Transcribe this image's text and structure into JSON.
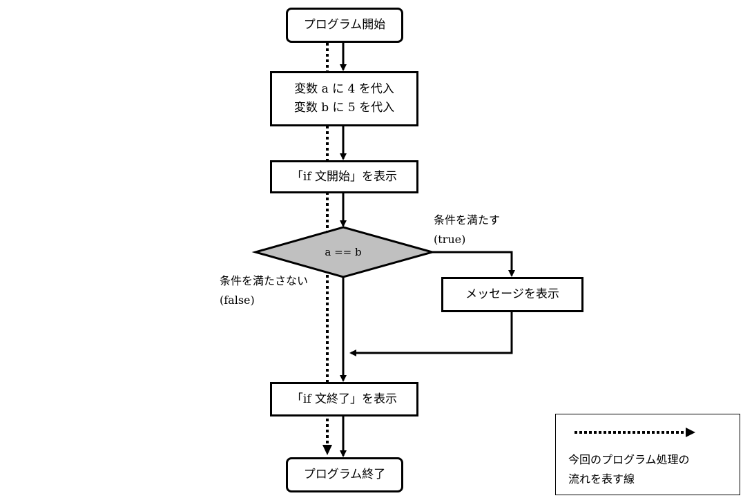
{
  "flowchart": {
    "start": "プログラム開始",
    "assign": [
      "変数 a に 4 を代入",
      "変数 b に 5 を代入"
    ],
    "print_if_start": "「if 文開始」を表示",
    "condition": "a == b",
    "true_label": [
      "条件を満たす",
      "(true)"
    ],
    "false_label": [
      "条件を満たさない",
      "(false)"
    ],
    "print_message": "メッセージを表示",
    "print_if_end": "「if 文終了」を表示",
    "end": "プログラム終了"
  },
  "legend": {
    "text": [
      "今回のプログラム処理の",
      "流れを表す線"
    ]
  }
}
